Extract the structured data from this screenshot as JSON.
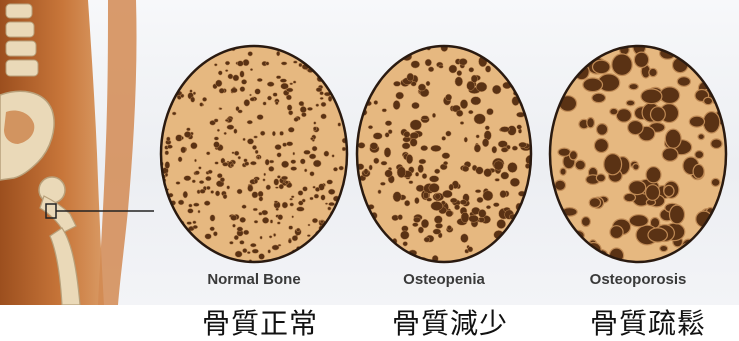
{
  "colors": {
    "bone_fill": "#e6b880",
    "bone_edge": "#bf8a55",
    "pore": "#5a3214",
    "outline": "#2a1a10",
    "skin": "#c8763a",
    "bone_ivory": "#ead9b8"
  },
  "samples": [
    {
      "label_en": "Normal Bone",
      "label_zh": "骨質正常",
      "porosity": "low"
    },
    {
      "label_en": "Osteopenia",
      "label_zh": "骨質減少",
      "porosity": "medium"
    },
    {
      "label_en": "Osteoporosis",
      "label_zh": "骨質疏鬆",
      "porosity": "high"
    }
  ]
}
